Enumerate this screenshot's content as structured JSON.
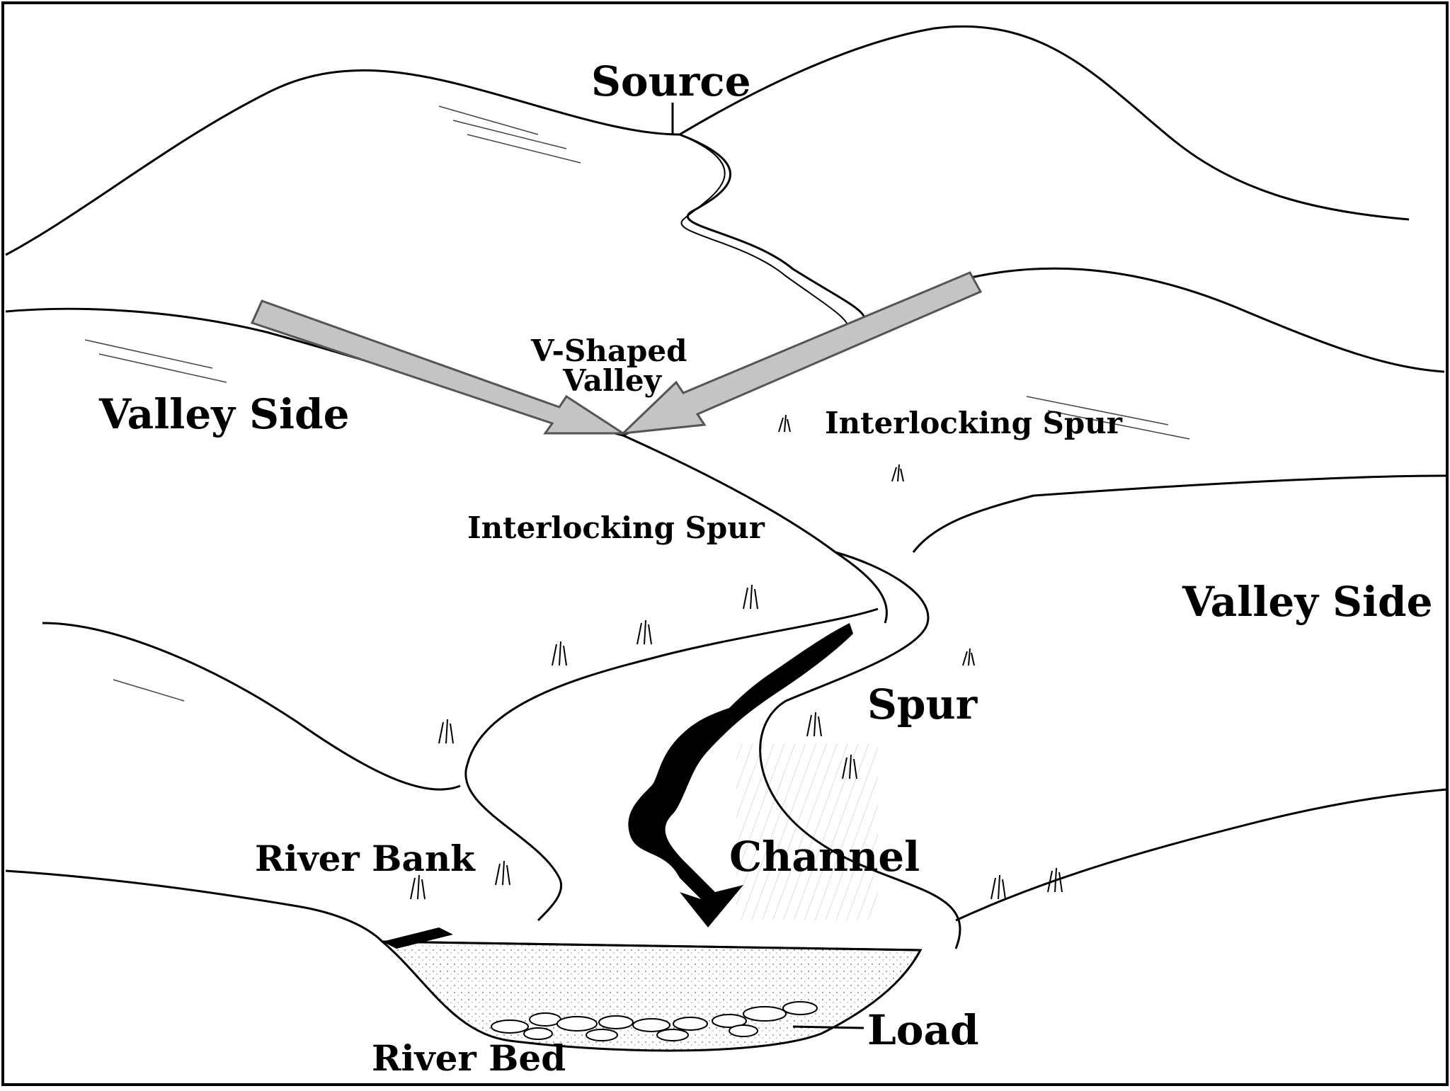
{
  "labels": {
    "source": "Source",
    "v_shaped_valley_line1": "V-Shaped",
    "v_shaped_valley_line2": "Valley",
    "valley_side_left": "Valley Side",
    "valley_side_right": "Valley Side",
    "interlocking_spur_right": "Interlocking Spur",
    "interlocking_spur_center": "Interlocking Spur",
    "spur": "Spur",
    "river_bank": "River Bank",
    "channel": "Channel",
    "load": "Load",
    "river_bed": "River Bed"
  },
  "colors": {
    "ink": "#000000",
    "paper": "#ffffff",
    "arrow_fill": "#c4c4c4",
    "arrow_stroke": "#555555"
  }
}
